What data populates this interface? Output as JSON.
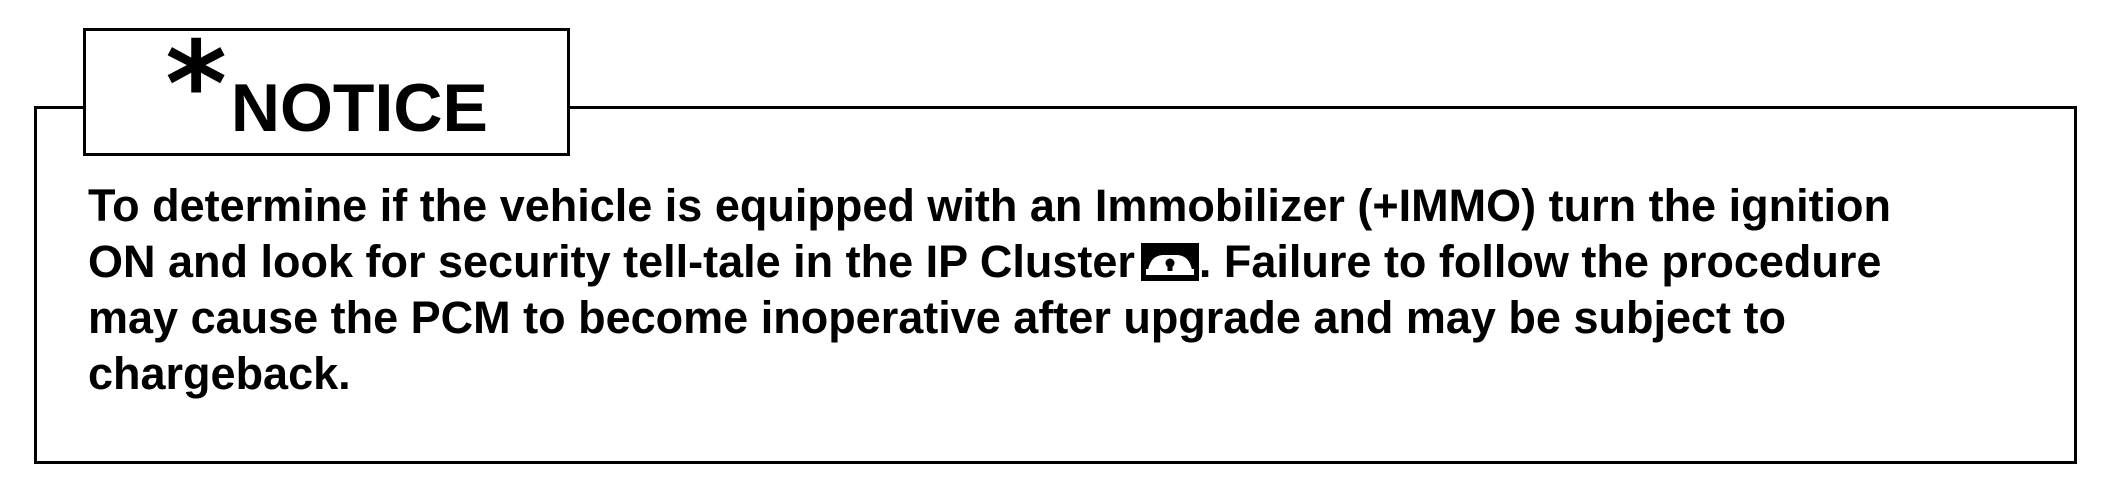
{
  "notice": {
    "star": "*",
    "title": "NOTICE",
    "lines": [
      "To determine if the vehicle is equipped with an Immobilizer (+IMMO) turn the ignition",
      "ON and look for security tell-tale in the IP Cluster",
      ". Failure to follow the procedure",
      "may cause the PCM to become inoperative after upgrade and may be subject to",
      "chargeback."
    ],
    "icon": "security-tell-tale-icon"
  }
}
